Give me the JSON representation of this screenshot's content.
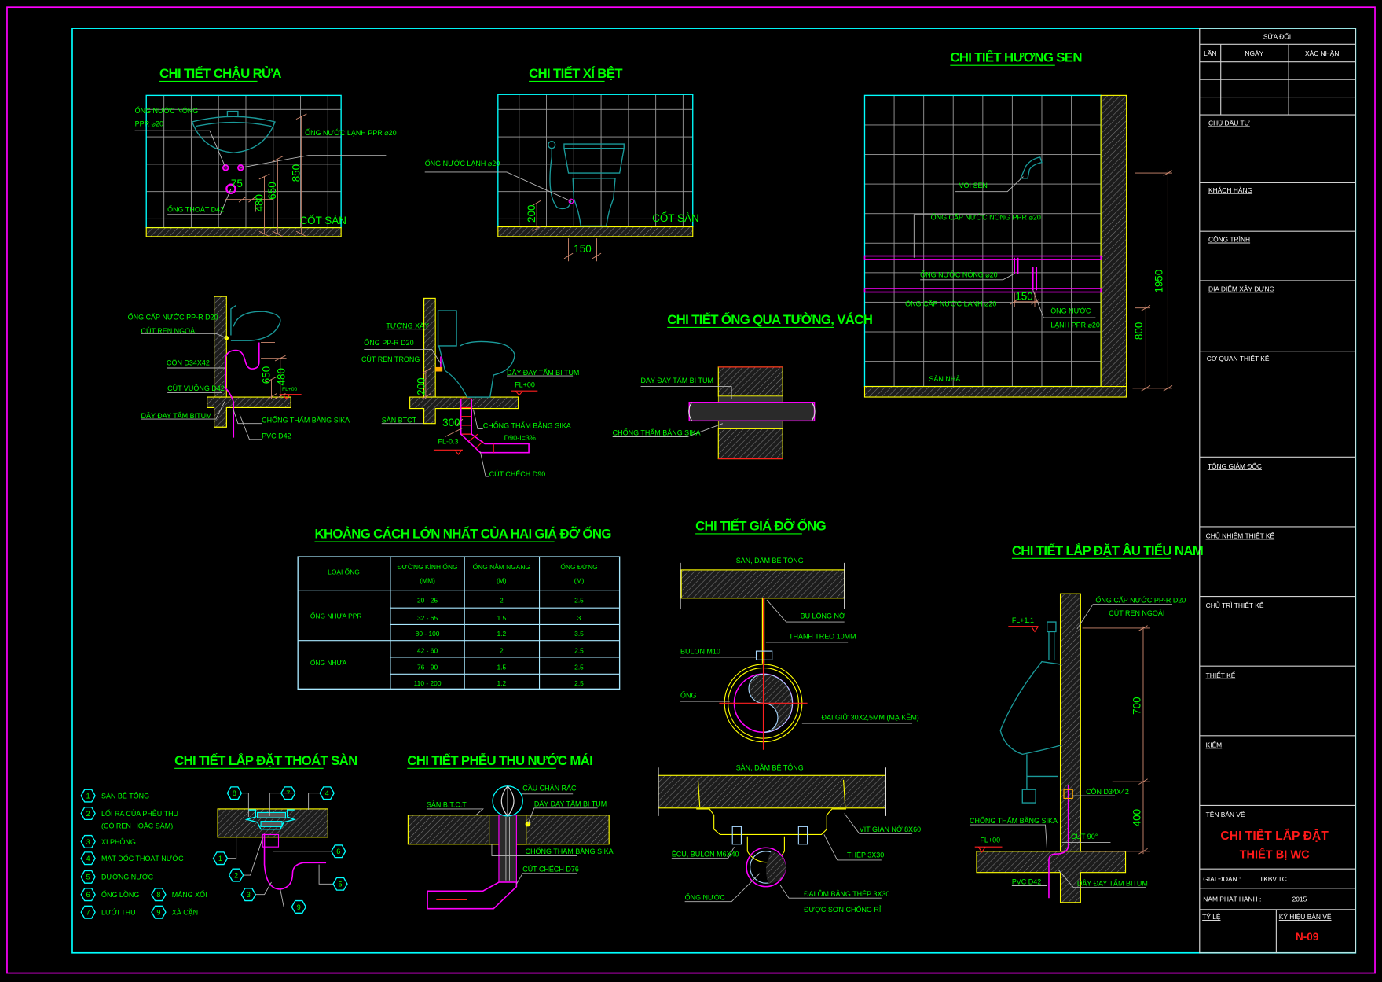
{
  "sink_front": {
    "title": "CHI TIẾT CHẬU RỬA",
    "labels": [
      "ỐNG NƯỚC NÓNG",
      "PPR ⌀20",
      "ỐNG NƯỚC LẠNH PPR ⌀20",
      "ỐNG THOÁT D42",
      "CỐT SÀN"
    ],
    "dims": [
      "75",
      "480",
      "650",
      "850"
    ]
  },
  "toilet_front": {
    "title": "CHI TIẾT XÍ BỆT",
    "labels": [
      "ỐNG NƯỚC LẠNH ⌀20",
      "CỐT SÀN"
    ],
    "dims": [
      "200",
      "150"
    ]
  },
  "shower": {
    "title": "CHI TIẾT HƯƠNG SEN",
    "labels": [
      "VÒI SEN",
      "ỐNG CẤP NƯỚC NÓNG PPR ⌀20",
      "ỐNG NƯỚC NÓNG ⌀20",
      "ỐNG CẤP NƯỚC LẠNH ⌀20",
      "ỐNG NƯỚC",
      "LẠNH PPR ⌀20",
      "SÀN NHÀ"
    ],
    "dims": [
      "150",
      "1950",
      "800"
    ]
  },
  "sink_section": {
    "labels": [
      "ỐNG CẤP NƯỚC PP-R D20",
      "CÚT REN NGOÀI",
      "CÔN D34X42",
      "CÚT VUÔNG D42",
      "DÂY ĐAY TẨM BITUM",
      "CHỐNG THẤM BẰNG SIKA",
      "PVC D42",
      "FL+00"
    ],
    "dims": [
      "650",
      "480"
    ]
  },
  "toilet_section": {
    "labels": [
      "TƯỜNG XÂY",
      "ỐNG PP-R D20",
      "CÚT REN TRONG",
      "DÂY ĐAY TẨM BI TUM",
      "FL+00",
      "SÀN BTCT",
      "CHỐNG THẤM BẰNG SIKA",
      "FL-0.3",
      "D90-I=3%",
      "CÚT CHẾCH D90"
    ],
    "dims": [
      "200",
      "300"
    ]
  },
  "wall_pass": {
    "title": "CHI TIẾT ỐNG QUA TƯỜNG, VÁCH",
    "labels": [
      "DÂY ĐAY TẨM BI TUM",
      "CHỐNG THẤM BẰNG SIKA"
    ]
  },
  "support_table": {
    "title": "KHOẢNG CÁCH LỚN NHẤT CỦA HAI GIÁ ĐỠ ỐNG",
    "headers": [
      [
        "LOẠI ỐNG",
        ""
      ],
      [
        "ĐƯỜNG KÍNH ỐNG",
        "(MM)"
      ],
      [
        "ỐNG NẰM NGANG",
        "(M)"
      ],
      [
        "ỐNG ĐỨNG",
        "(M)"
      ]
    ],
    "groups": [
      "ỐNG NHỰA PPR",
      "ỐNG NHỰA"
    ],
    "rows": [
      [
        "20 - 25",
        "2",
        "2.5"
      ],
      [
        "32 - 65",
        "1.5",
        "3"
      ],
      [
        "80 - 100",
        "1.2",
        "3.5"
      ],
      [
        "42 - 60",
        "2",
        "2.5"
      ],
      [
        "76 - 90",
        "1.5",
        "2.5"
      ],
      [
        "110 - 200",
        "1.2",
        "2.5"
      ]
    ]
  },
  "hanger": {
    "title": "CHI TIẾT GIÁ ĐỠ ỐNG",
    "labels": [
      "SÀN, DẦM BÊ TÔNG",
      "BU LÔNG NỞ",
      "THANH TREO 10MM",
      "BULON M10",
      "ỐNG",
      "ĐAI GIỮ 30X2,5MM (MẠ KẼM)"
    ]
  },
  "clamp": {
    "labels": [
      "SÀN, DẦM BÊ TÔNG",
      "VÍT GIÃN NỞ 8X60",
      "ÊCU, BULON M6X40",
      "THÉP 3X30",
      "ỐNG NƯỚC",
      "ĐAI ÔM BẰNG THÉP 3X30",
      "ĐƯỢC SƠN CHỐNG RỈ"
    ]
  },
  "urinal": {
    "title": "CHI TIẾT LẮP ĐẶT ÂU TIỂU NAM",
    "labels": [
      "ỐNG CẤP NƯỚC PP-R D20",
      "CÚT REN NGOÀI",
      "FL+1.1",
      "CÔN D34X42",
      "CHỐNG THẤM BẰNG SIKA",
      "CÚT 90°",
      "FL+00",
      "PVC D42",
      "DÂY ĐAY TẨM BITUM"
    ],
    "dims": [
      "700",
      "400"
    ]
  },
  "floor_drain": {
    "title": "CHI TIẾT LẮP ĐẶT THOÁT SÀN",
    "legend": [
      {
        "num": "1",
        "text": "SÀN BÊ TÔNG"
      },
      {
        "num": "2",
        "text": "LỐI RA CỦA PHỄU THU",
        "text2": "(CÓ REN HOẶC SÂM)"
      },
      {
        "num": "3",
        "text": "XI PHÔNG"
      },
      {
        "num": "4",
        "text": "MẶT DỐC THOÁT NƯỚC"
      },
      {
        "num": "5",
        "text": "ĐƯỜNG NƯỚC"
      },
      {
        "num": "6",
        "text": "ỐNG LỒNG"
      },
      {
        "num": "7",
        "text": "LƯỚI THU"
      },
      {
        "num": "8",
        "text": "MÁNG XỐI"
      },
      {
        "num": "9",
        "text": "XÀ CẶN"
      }
    ],
    "callouts": [
      "8",
      "7",
      "4",
      "1",
      "6",
      "2",
      "5",
      "3",
      "9"
    ]
  },
  "roof_drain": {
    "title": "CHI TIẾT PHỄU THU NƯỚC MÁI",
    "labels": [
      "CẦU CHẮN RÁC",
      "SÀN B.T.C.T",
      "DÂY ĐAY TẨM BI TUM",
      "CHỐNG THẤM BẰNG SIKA",
      "CÚT CHẾCH D76"
    ]
  },
  "title_block": {
    "revision": {
      "title": "SỬA ĐỔI",
      "col_lan": "LẦN",
      "col_ngay": "NGÀY",
      "col_xac_nhan": "XÁC NHẬN"
    },
    "fields": {
      "chu_dau_tu": "CHỦ ĐẦU TƯ",
      "khach_hang": "KHÁCH HÀNG",
      "cong_trinh": "CÔNG TRÌNH",
      "dia_diem": "ĐỊA ĐIỂM XÂY DỰNG",
      "co_quan": "CƠ QUAN THIẾT KẾ",
      "tong_giam_doc": "TỔNG GIÁM ĐỐC",
      "chu_nhiem": "CHỦ NHIỆM THIẾT KẾ",
      "chu_tri": "CHỦ TRÌ THIẾT KẾ",
      "thiet_ke": "THIẾT KẾ",
      "kiem": "KIỂM",
      "ten_ban_ve": "TÊN BẢN VẼ"
    },
    "drawing_name_line1": "CHI TIẾT LẮP ĐẶT",
    "drawing_name_line2": "THIẾT BỊ WC",
    "giai_doan_label": "GIAI ĐOẠN :",
    "giai_doan": "TKBV.TC",
    "nam_label": "NĂM PHÁT HÀNH :",
    "nam": "2015",
    "ty_le_label": "TỶ LỆ",
    "ky_hieu_label": "KÝ HIỆU BẢN VẼ",
    "ky_hieu": "N-09"
  },
  "colors": {
    "background": "#000000",
    "text": "#00ff00",
    "frame": "#00ffff",
    "outer_border": "#ff00ff",
    "pipe": "#ff00ff",
    "structure": "#ffff00",
    "title_red": "#ff1a1a"
  }
}
